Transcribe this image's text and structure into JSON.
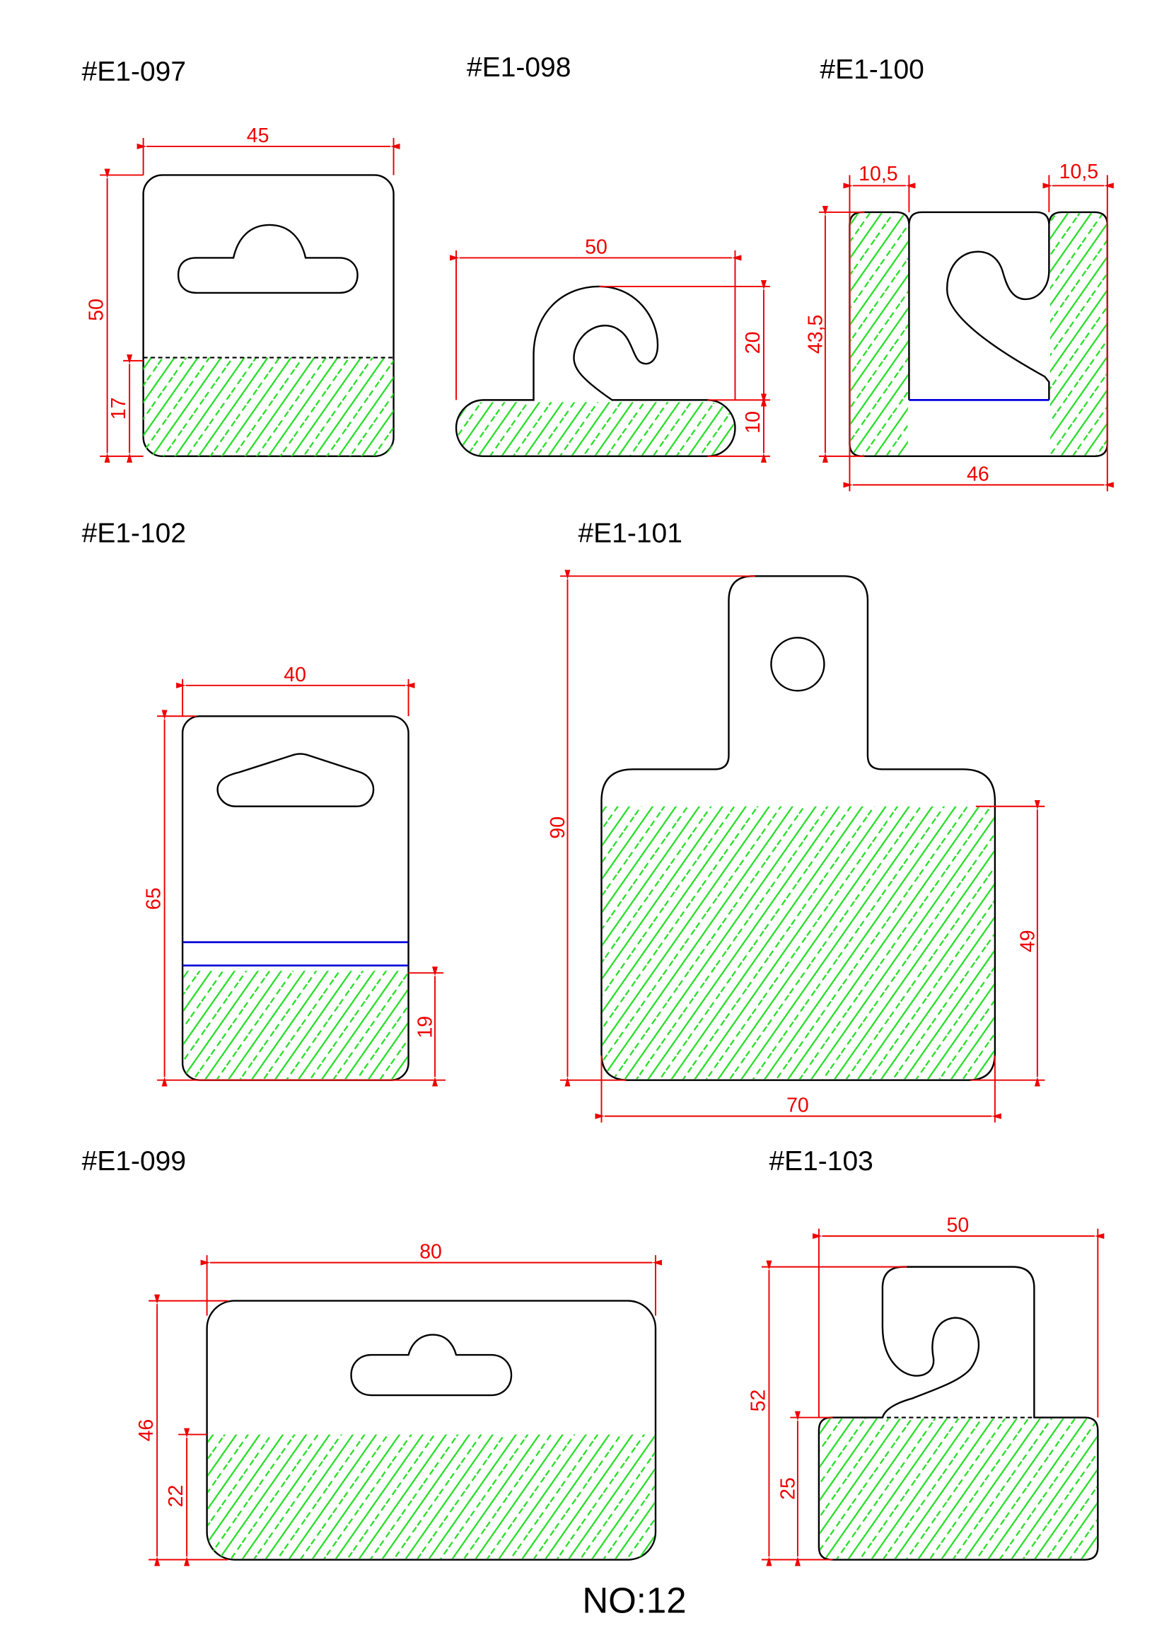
{
  "colors": {
    "dimension": "#ee0000",
    "adhesive_hatch": "#22dd22",
    "separator": "#0000dd",
    "outline": "#000000"
  },
  "parts": [
    {
      "id": "#E1-097",
      "dims": {
        "width": "45",
        "height": "50",
        "adhesive": "17"
      }
    },
    {
      "id": "#E1-098",
      "dims": {
        "width": "50",
        "hook": "20",
        "base": "10"
      }
    },
    {
      "id": "#E1-100",
      "dims": {
        "left_strip": "10,5",
        "right_strip": "10,5",
        "height": "43,5",
        "width": "46"
      }
    },
    {
      "id": "#E1-102",
      "dims": {
        "width": "40",
        "height": "65",
        "adhesive": "19"
      }
    },
    {
      "id": "#E1-101",
      "dims": {
        "height": "90",
        "adhesive": "49",
        "width": "70"
      }
    },
    {
      "id": "#E1-099",
      "dims": {
        "width": "80",
        "height": "46",
        "adhesive": "22"
      }
    },
    {
      "id": "#E1-103",
      "dims": {
        "width": "50",
        "height": "52",
        "adhesive": "25"
      }
    }
  ],
  "footer": "NO:12"
}
